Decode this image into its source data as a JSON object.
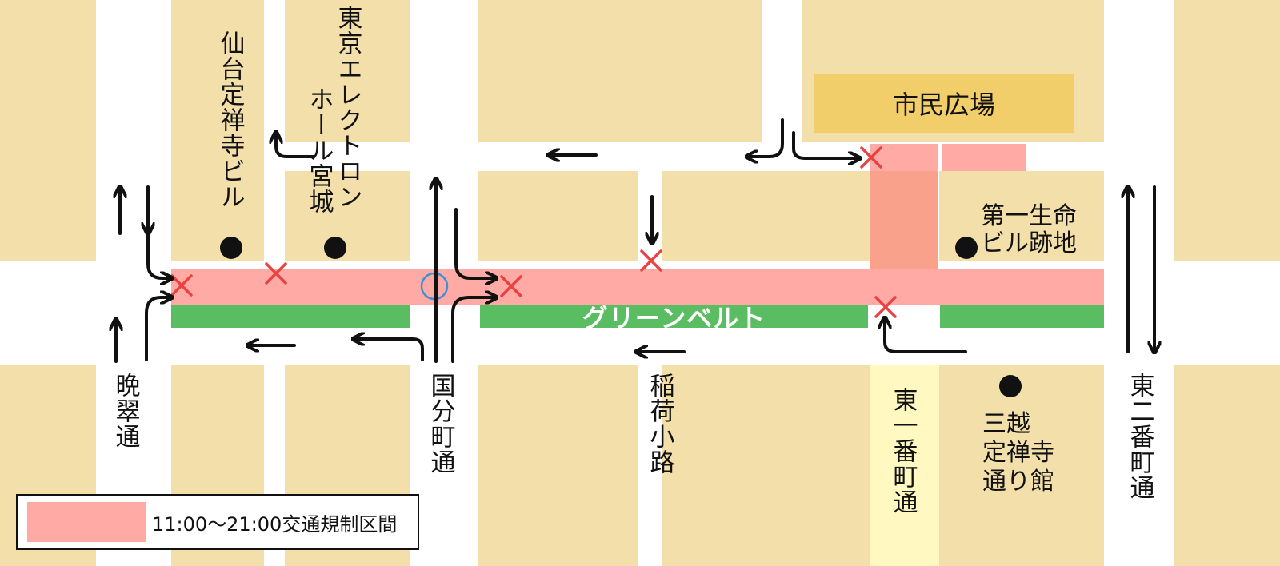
{
  "colors": {
    "block": "#f3dfa9",
    "road": "#ffffff",
    "restricted": "#ffaaa5",
    "restricted_dark": "#faa18b",
    "green_belt": "#5bbd62",
    "plaza": "#f2ce6a",
    "highlight_street": "#fff8c0",
    "x_mark": "#e94242",
    "ok_mark": "#3d8fd7",
    "arrow": "#111111"
  },
  "streets": {
    "bansui": "晩翠通",
    "kokubuncho": "国分町通",
    "inari": "稲荷小路",
    "higashi_ichibancho": "東一番町通",
    "higashi_nibancho": "東二番町通",
    "green_belt": "グリーンベルト"
  },
  "landmarks": {
    "sendai_jozenji": "仙台定禅寺ビル",
    "electron_line1": "東京エレクトロン",
    "electron_line2": "ホール宮城",
    "daiichi_line1": "第一生命",
    "daiichi_line2": "ビル跡地",
    "mitsukoshi_line1": "三越",
    "mitsukoshi_line2": "定禅寺",
    "mitsukoshi_line3": "通り館",
    "plaza": "市民広場"
  },
  "legend": {
    "label": "11:00〜21:00交通規制区間"
  }
}
